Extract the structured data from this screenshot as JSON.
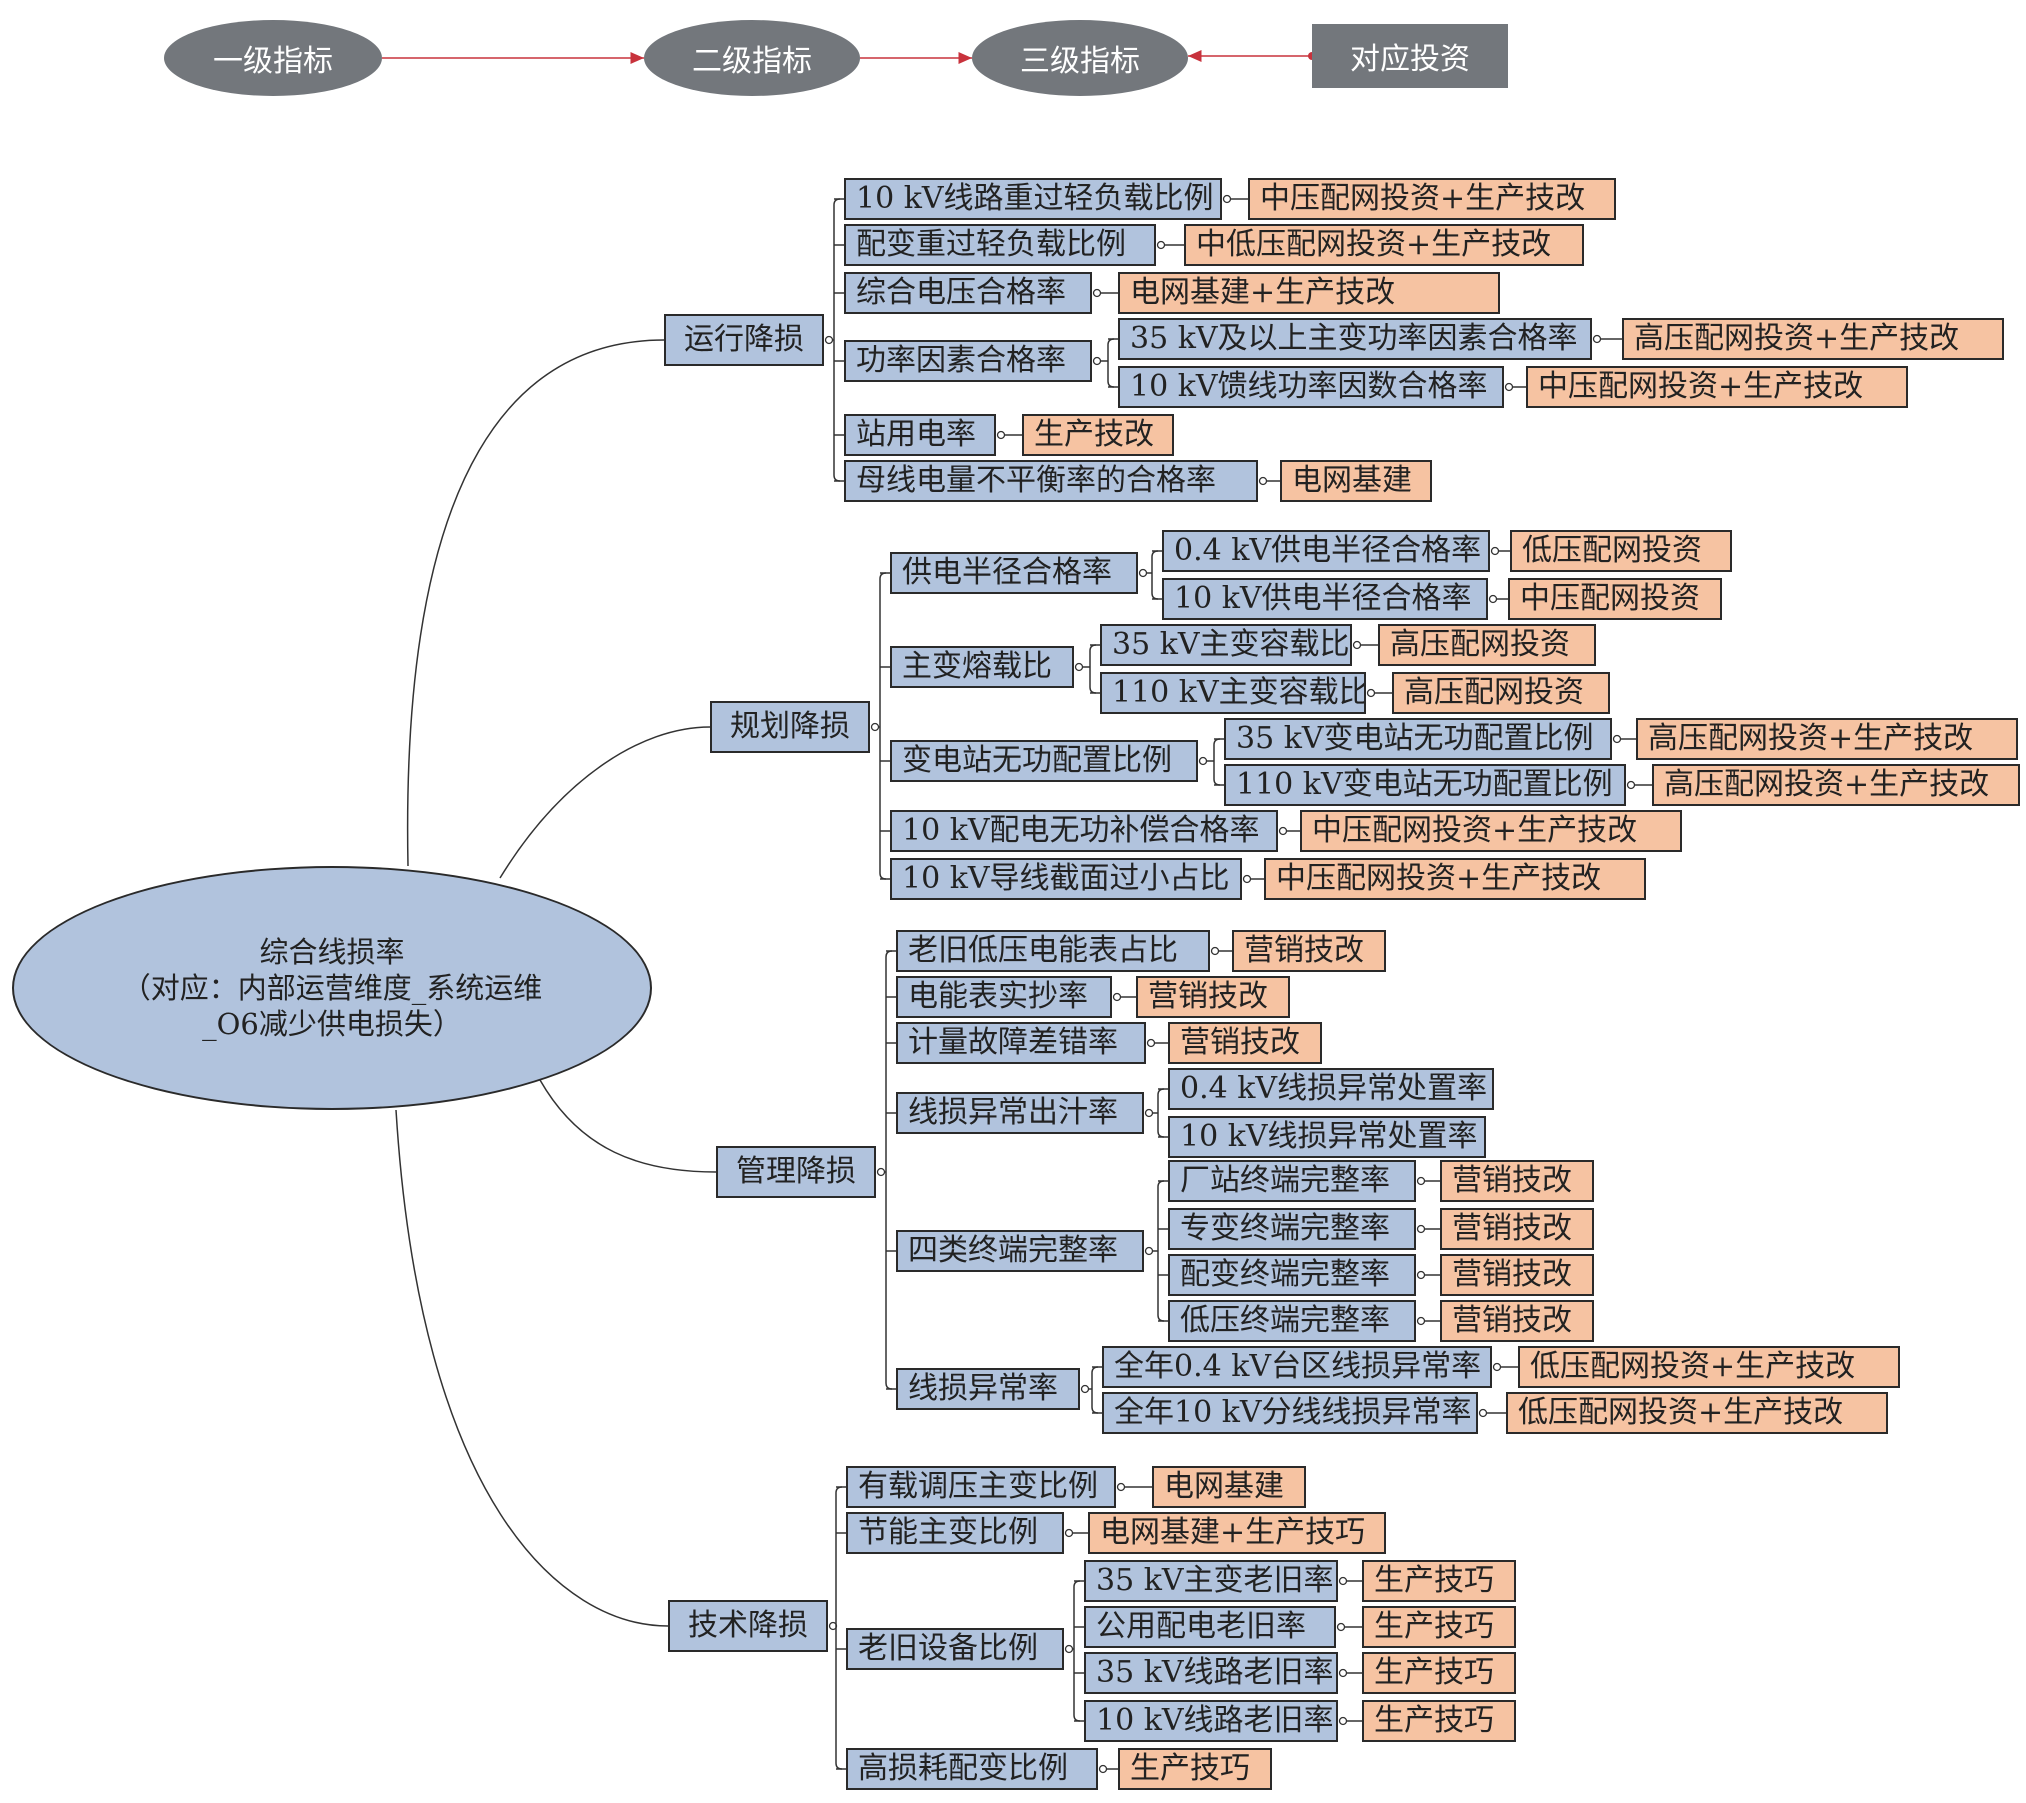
{
  "legend": {
    "l1": "一级指标",
    "l2": "二级指标",
    "l3": "三级指标",
    "inv": "对应投资"
  },
  "root": {
    "line1": "综合线损率",
    "line2": "（对应：内部运营维度_系统运维",
    "line3": "_O6减少供电损失）"
  },
  "branches": [
    {
      "label": "运行降损",
      "children": [
        {
          "label": "10 kV线路重过轻负载比例",
          "inv": "中压配网投资+生产技改"
        },
        {
          "label": "配变重过轻负载比例",
          "inv": "中低压配网投资+生产技改"
        },
        {
          "label": "综合电压合格率",
          "inv": "电网基建+生产技改"
        },
        {
          "label": "功率因素合格率",
          "children": [
            {
              "label": "35 kV及以上主变功率因素合格率",
              "inv": "高压配网投资+生产技改"
            },
            {
              "label": "10 kV馈线功率因数合格率",
              "inv": "中压配网投资+生产技改"
            }
          ]
        },
        {
          "label": "站用电率",
          "inv": "生产技改"
        },
        {
          "label": "母线电量不平衡率的合格率",
          "inv": "电网基建"
        }
      ]
    },
    {
      "label": "规划降损",
      "children": [
        {
          "label": "供电半径合格率",
          "children": [
            {
              "label": "0.4 kV供电半径合格率",
              "inv": "低压配网投资"
            },
            {
              "label": "10 kV供电半径合格率",
              "inv": "中压配网投资"
            }
          ]
        },
        {
          "label": "主变熔载比",
          "children": [
            {
              "label": "35 kV主变容载比",
              "inv": "高压配网投资"
            },
            {
              "label": "110 kV主变容载比",
              "inv": "高压配网投资"
            }
          ]
        },
        {
          "label": "变电站无功配置比例",
          "children": [
            {
              "label": "35 kV变电站无功配置比例",
              "inv": "高压配网投资+生产技改"
            },
            {
              "label": "110 kV变电站无功配置比例",
              "inv": "高压配网投资+生产技改"
            }
          ]
        },
        {
          "label": "10 kV配电无功补偿合格率",
          "inv": "中压配网投资+生产技改"
        },
        {
          "label": "10 kV导线截面过小占比",
          "inv": "中压配网投资+生产技改"
        }
      ]
    },
    {
      "label": "管理降损",
      "children": [
        {
          "label": "老旧低压电能表占比",
          "inv": "营销技改"
        },
        {
          "label": "电能表实抄率",
          "inv": "营销技改"
        },
        {
          "label": "计量故障差错率",
          "inv": "营销技改"
        },
        {
          "label": "线损异常出汁率",
          "children": [
            {
              "label": "0.4 kV线损异常处置率"
            },
            {
              "label": "10 kV线损异常处置率"
            }
          ]
        },
        {
          "label": "四类终端完整率",
          "children": [
            {
              "label": "厂站终端完整率",
              "inv": "营销技改"
            },
            {
              "label": "专变终端完整率",
              "inv": "营销技改"
            },
            {
              "label": "配变终端完整率",
              "inv": "营销技改"
            },
            {
              "label": "低压终端完整率",
              "inv": "营销技改"
            }
          ]
        },
        {
          "label": "线损异常率",
          "children": [
            {
              "label": "全年0.4 kV台区线损异常率",
              "inv": "低压配网投资+生产技改"
            },
            {
              "label": "全年10 kV分线线损异常率",
              "inv": "低压配网投资+生产技改"
            }
          ]
        }
      ]
    },
    {
      "label": "技术降损",
      "children": [
        {
          "label": "有载调压主变比例",
          "inv": "电网基建"
        },
        {
          "label": "节能主变比例",
          "inv": "电网基建+生产技巧"
        },
        {
          "label": "老旧设备比例",
          "children": [
            {
              "label": "35 kV主变老旧率",
              "inv": "生产技巧"
            },
            {
              "label": "公用配电老旧率",
              "inv": "生产技巧"
            },
            {
              "label": "35 kV线路老旧率",
              "inv": "生产技巧"
            },
            {
              "label": "10 kV线路老旧率",
              "inv": "生产技巧"
            }
          ]
        },
        {
          "label": "高损耗配变比例",
          "inv": "生产技巧"
        }
      ]
    }
  ]
}
